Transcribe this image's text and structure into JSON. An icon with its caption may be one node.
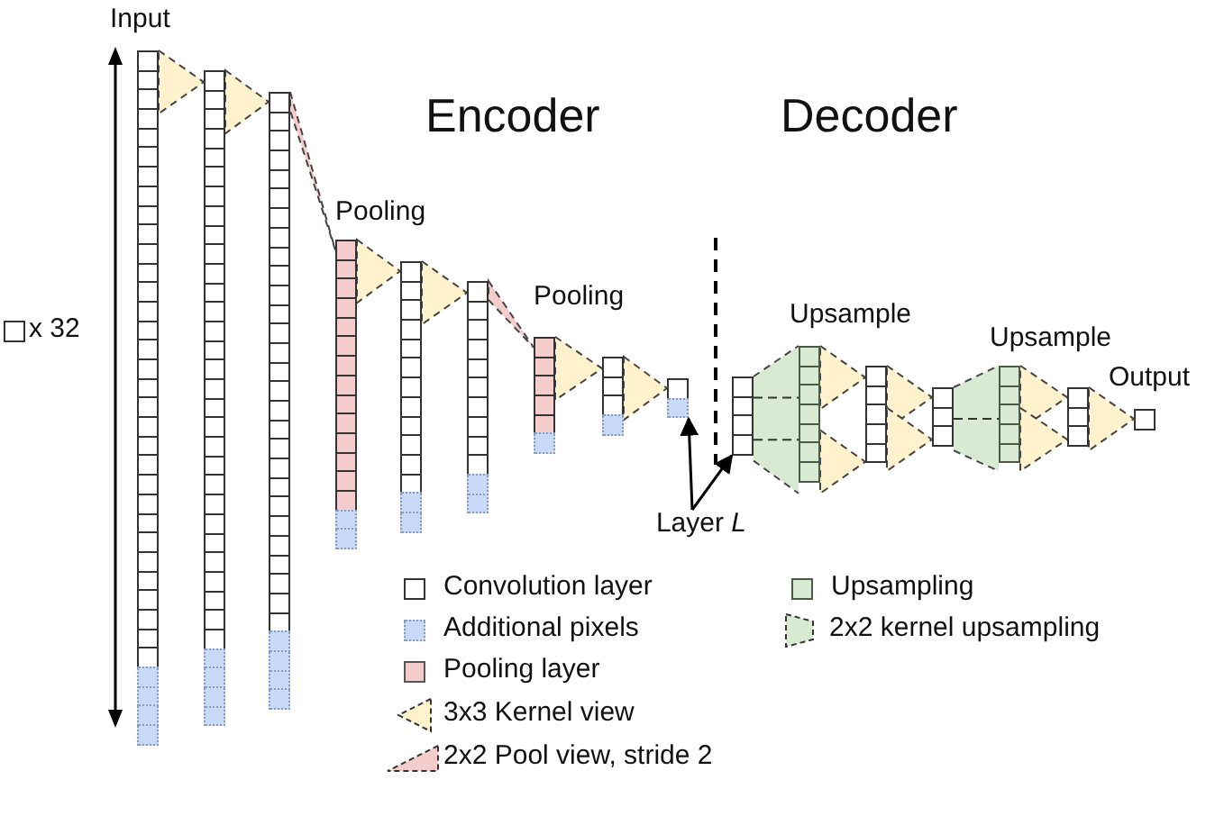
{
  "diagram": {
    "nodes": [
      {
        "text": [],
        "shape": "bar",
        "beside": [
          "Input"
        ]
      },
      {
        "text": [],
        "shape": "bar"
      },
      {
        "text": [],
        "shape": "bar"
      },
      {
        "text": [],
        "shape": "bar",
        "beside": [
          "Pooling"
        ]
      },
      {
        "text": [],
        "shape": "bar"
      },
      {
        "text": [],
        "shape": "bar"
      },
      {
        "text": [],
        "shape": "bar",
        "beside": [
          "Pooling"
        ]
      },
      {
        "text": [],
        "shape": "bar"
      },
      {
        "text": [],
        "shape": "bar"
      },
      {
        "text": [],
        "shape": "bar"
      },
      {
        "text": [],
        "shape": "bar",
        "beside": [
          "Upsample"
        ]
      },
      {
        "text": [],
        "shape": "bar"
      },
      {
        "text": [],
        "shape": "bar"
      },
      {
        "text": [],
        "shape": "bar",
        "beside": [
          "Upsample"
        ]
      },
      {
        "text": [],
        "shape": "bar"
      },
      {
        "text": [],
        "shape": "bar",
        "beside": [
          "Output"
        ]
      },
      {
        "text": [
          "Layer *L*"
        ]
      }
    ],
    "edges": [
      {
        "from": 16,
        "to": 8,
        "arrow": "to"
      },
      {
        "from": 16,
        "to": 9,
        "arrow": "to"
      }
    ],
    "labels": [
      "Encoder",
      "Decoder",
      "x 32"
    ],
    "legend": [
      {
        "text": "Convolution layer",
        "color": "#ffffff"
      },
      {
        "text": "Additional pixels",
        "color": "#c9daf8"
      },
      {
        "text": "Pooling layer",
        "color": "#f4cccc"
      },
      {
        "text": "3x3 Kernel view"
      },
      {
        "text": "2x2 Pool view, stride 2"
      },
      {
        "text": "Upsampling",
        "color": "#d9ead3"
      },
      {
        "text": "2x2 kernel upsampling"
      }
    ]
  }
}
